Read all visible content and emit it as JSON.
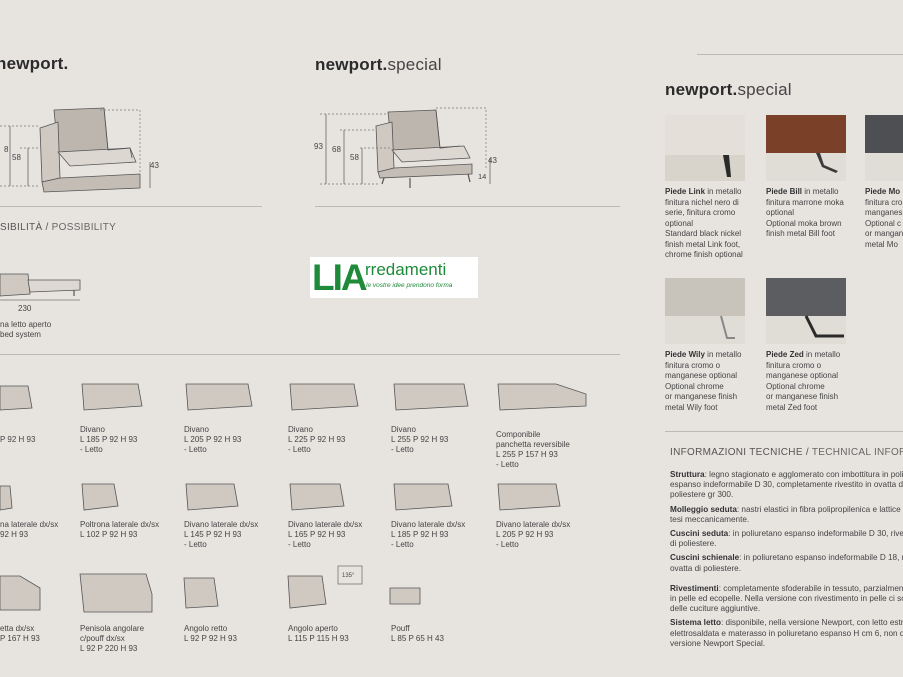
{
  "header": {
    "left_brand": "newport",
    "mid_brand": "newport",
    "mid_suffix": "special",
    "right_brand": "newport",
    "right_suffix": "special"
  },
  "dimensions": {
    "left": {
      "h1": "8",
      "h2": "58",
      "h3": "43"
    },
    "mid": {
      "h1": "93",
      "h2": "68",
      "h3": "58",
      "h4": "43",
      "h5": "14"
    }
  },
  "possibility": {
    "title": "SIBILITÀ",
    "title_en": "POSSIBILITY",
    "bed_width": "230",
    "caption_l1": "na letto aperto",
    "caption_l2": "bed system"
  },
  "logo": {
    "mark": "LIA",
    "word": "rredamenti",
    "tagline": "le vostre idee prendono forma"
  },
  "models_row1": [
    {
      "text": "\nP 92 H 93"
    },
    {
      "text": "Divano\nL 185 P 92 H 93\n- Letto"
    },
    {
      "text": "Divano\nL 205 P 92 H 93\n- Letto"
    },
    {
      "text": "Divano\nL 225 P 92 H 93\n- Letto"
    },
    {
      "text": "Divano\nL 255 P 92 H 93\n- Letto"
    },
    {
      "text": "Componibile\npanchetta reversibile\nL 255 P 157 H 93\n- Letto"
    }
  ],
  "models_row2": [
    {
      "text": "na laterale dx/sx\n92 H 93"
    },
    {
      "text": "Poltrona laterale dx/sx\nL 102 P 92 H 93"
    },
    {
      "text": "Divano laterale dx/sx\nL 145 P 92 H 93\n- Letto"
    },
    {
      "text": "Divano laterale dx/sx\nL 165 P 92 H 93\n- Letto"
    },
    {
      "text": "Divano laterale dx/sx\nL 185 P 92 H 93\n- Letto"
    },
    {
      "text": "Divano laterale dx/sx\nL 205 P 92 H 93\n- Letto"
    }
  ],
  "models_row3": [
    {
      "text": "etta dx/sx\nP 167 H 93"
    },
    {
      "text": "Penisola angolare\nc/pouff dx/sx\nL 92 P 220 H 93"
    },
    {
      "text": "Angolo retto\nL 92 P 92 H 93"
    },
    {
      "text": "Angolo aperto\nL 115 P 115 H 93"
    },
    {
      "text": "Pouff\nL 85 P 65 H 43"
    }
  ],
  "angle_badge": "135°",
  "feet": [
    {
      "name": "Piede Link",
      "rest": " in metallo\nfinitura nichel nero di\nserie, finitura cromo\noptional\nStandard black nickel\nfinish metal Link foot,\nchrome finish optional",
      "color": "#e4e0d9"
    },
    {
      "name": "Piede Bill",
      "rest": " in metallo\nfinitura marrone moka\noptional\nOptional moka brown\nfinish metal Bill foot",
      "color": "#7a4028"
    },
    {
      "name": "Piede Mo",
      "rest": "\nfinitura cro\nmanganes\nOptional c\nor mangan\nmetal Mo",
      "color": "#4d4f52"
    },
    {
      "name": "Piede Wily",
      "rest": " in metallo\nfinitura cromo o\nmanganese optional\nOptional chrome\nor manganese finish\nmetal Wily foot",
      "color": "#c8c3bb"
    },
    {
      "name": "Piede Zed",
      "rest": " in metallo\nfinitura cromo o\nmanganese optional\nOptional chrome\nor manganese finish\nmetal Zed foot",
      "color": "#5b5d60"
    }
  ],
  "tech": {
    "title": "INFORMAZIONI TECNICHE",
    "title_en": "TECHNICAL INFOR",
    "items": [
      {
        "label": "Struttura",
        "text": ": legno stagionato e agglomerato con imbottitura in poli espanso indeformabile D 30, completamente rivestito in ovatta di poliestere gr 300."
      },
      {
        "label": "Molleggio seduta",
        "text": ": nastri elastici in fibra polipropilenica e lattice c tesi meccanicamente."
      },
      {
        "label": "Cuscini seduta",
        "text": ": in poliuretano espanso indeformabile D 30, rives di poliestere."
      },
      {
        "label": "Cuscini schienale",
        "text": ": in poliuretano espanso indeformabile D 18, ri ovatta di poliestere."
      },
      {
        "label": "Rivestimenti",
        "text": ": completamente sfoderabile in tessuto, parzialmen in pelle ed ecopelle. Nella versione con rivestimento in pelle ci sor delle cuciture aggiuntive."
      },
      {
        "label": "Sistema letto",
        "text": ": disponibile, nella versione Newport, con letto estr elettrosaldata e materasso in poliuretano espanso H cm 6, non di versione Newport Special."
      }
    ]
  }
}
